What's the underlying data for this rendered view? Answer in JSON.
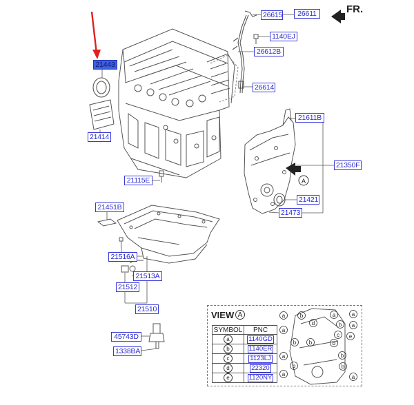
{
  "header": {
    "orientation_label": "FR."
  },
  "part_labels": [
    {
      "id": "p26615",
      "text": "26615",
      "selected": false
    },
    {
      "id": "p26611",
      "text": "26611",
      "selected": false
    },
    {
      "id": "p1140EJ",
      "text": "1140EJ",
      "selected": false
    },
    {
      "id": "p26612B",
      "text": "26612B",
      "selected": false
    },
    {
      "id": "p26614",
      "text": "26614",
      "selected": false
    },
    {
      "id": "p21443",
      "text": "21443",
      "selected": true
    },
    {
      "id": "p21414",
      "text": "21414",
      "selected": false
    },
    {
      "id": "p21611B",
      "text": "21611B",
      "selected": false
    },
    {
      "id": "p21350F",
      "text": "21350F",
      "selected": false
    },
    {
      "id": "p21115E",
      "text": "21115E",
      "selected": false
    },
    {
      "id": "p21421",
      "text": "21421",
      "selected": false
    },
    {
      "id": "p21473",
      "text": "21473",
      "selected": false
    },
    {
      "id": "p21451B",
      "text": "21451B",
      "selected": false
    },
    {
      "id": "p21516A",
      "text": "21516A",
      "selected": false
    },
    {
      "id": "p21513A",
      "text": "21513A",
      "selected": false
    },
    {
      "id": "p21512",
      "text": "21512",
      "selected": false
    },
    {
      "id": "p21510",
      "text": "21510",
      "selected": false
    },
    {
      "id": "p45743D",
      "text": "45743D",
      "selected": false
    },
    {
      "id": "p1338BA",
      "text": "1338BA",
      "selected": false
    }
  ],
  "callout_A": "A",
  "view": {
    "title": "VIEW",
    "circle": "A",
    "columns": [
      "SYMBOL",
      "PNC"
    ],
    "rows": [
      {
        "symbol": "a",
        "pnc": "1140GD"
      },
      {
        "symbol": "b",
        "pnc": "1140ER"
      },
      {
        "symbol": "c",
        "pnc": "1123LJ"
      },
      {
        "symbol": "d",
        "pnc": "22320"
      },
      {
        "symbol": "e",
        "pnc": "1120NY"
      }
    ]
  },
  "colors": {
    "label_blue": "#2a2ad0",
    "selected_fill": "#3f5fe0",
    "pointer_arrow": "#e02020"
  }
}
